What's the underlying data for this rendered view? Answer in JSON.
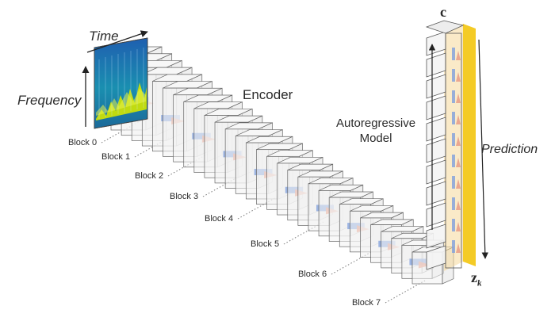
{
  "labels": {
    "time": "Time",
    "frequency": "Frequency",
    "encoder": "Encoder",
    "autoregressive_line1": "Autoregressive",
    "autoregressive_line2": "Model",
    "prediction": "Prediction",
    "c": "c",
    "z": "z",
    "z_sub": "k"
  },
  "blocks": [
    "Block 0",
    "Block 1",
    "Block 2",
    "Block 3",
    "Block 4",
    "Block 5",
    "Block 6",
    "Block 7"
  ],
  "colors": {
    "slab_fill": "#f2f2f2",
    "slab_stroke": "#555555",
    "highlight_blue": "#7f9fdc",
    "highlight_red": "#e9a08a",
    "ar_fill": "#f5d99a",
    "prediction_bar": "#f2c200",
    "spectrogram_bg": "#1a5fa8",
    "spectrogram_fg": "#d4e600"
  }
}
